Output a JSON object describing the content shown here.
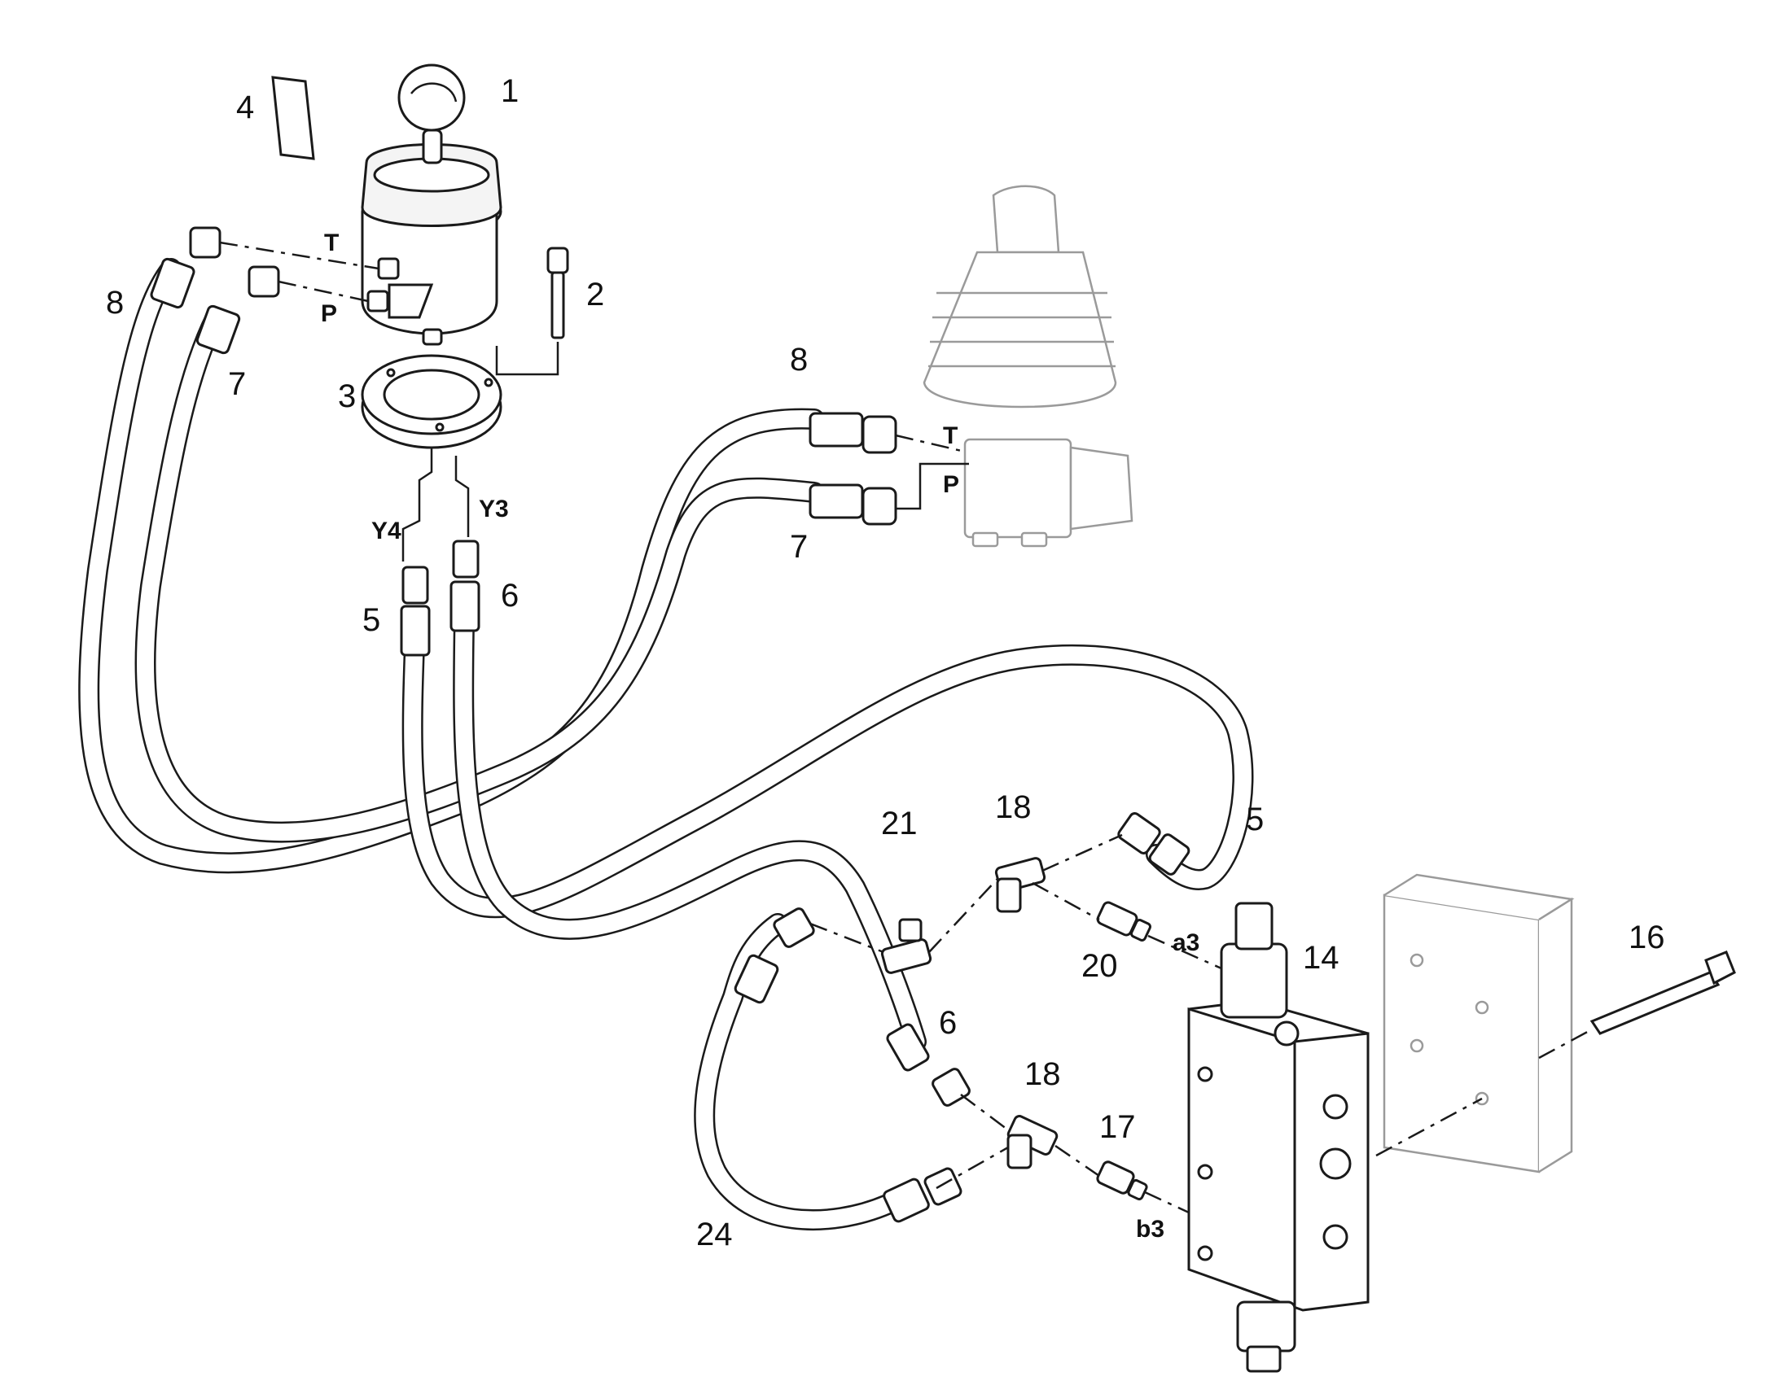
{
  "diagram": {
    "callouts": [
      {
        "id": "c1",
        "text": "1"
      },
      {
        "id": "c2",
        "text": "2"
      },
      {
        "id": "c3",
        "text": "3"
      },
      {
        "id": "c4",
        "text": "4"
      },
      {
        "id": "c5a",
        "text": "5"
      },
      {
        "id": "c5b",
        "text": "5"
      },
      {
        "id": "c6a",
        "text": "6"
      },
      {
        "id": "c6b",
        "text": "6"
      },
      {
        "id": "c7a",
        "text": "7"
      },
      {
        "id": "c7b",
        "text": "7"
      },
      {
        "id": "c8a",
        "text": "8"
      },
      {
        "id": "c8b",
        "text": "8"
      },
      {
        "id": "c14",
        "text": "14"
      },
      {
        "id": "c16",
        "text": "16"
      },
      {
        "id": "c17",
        "text": "17"
      },
      {
        "id": "c18a",
        "text": "18"
      },
      {
        "id": "c18b",
        "text": "18"
      },
      {
        "id": "c20",
        "text": "20"
      },
      {
        "id": "c21",
        "text": "21"
      },
      {
        "id": "c24",
        "text": "24"
      }
    ],
    "ports": [
      {
        "id": "pT1",
        "text": "T"
      },
      {
        "id": "pP1",
        "text": "P"
      },
      {
        "id": "pT2",
        "text": "T"
      },
      {
        "id": "pP2",
        "text": "P"
      },
      {
        "id": "pY4",
        "text": "Y4"
      },
      {
        "id": "pY3",
        "text": "Y3"
      },
      {
        "id": "pA3",
        "text": "a3"
      },
      {
        "id": "pB3",
        "text": "b3"
      }
    ]
  }
}
